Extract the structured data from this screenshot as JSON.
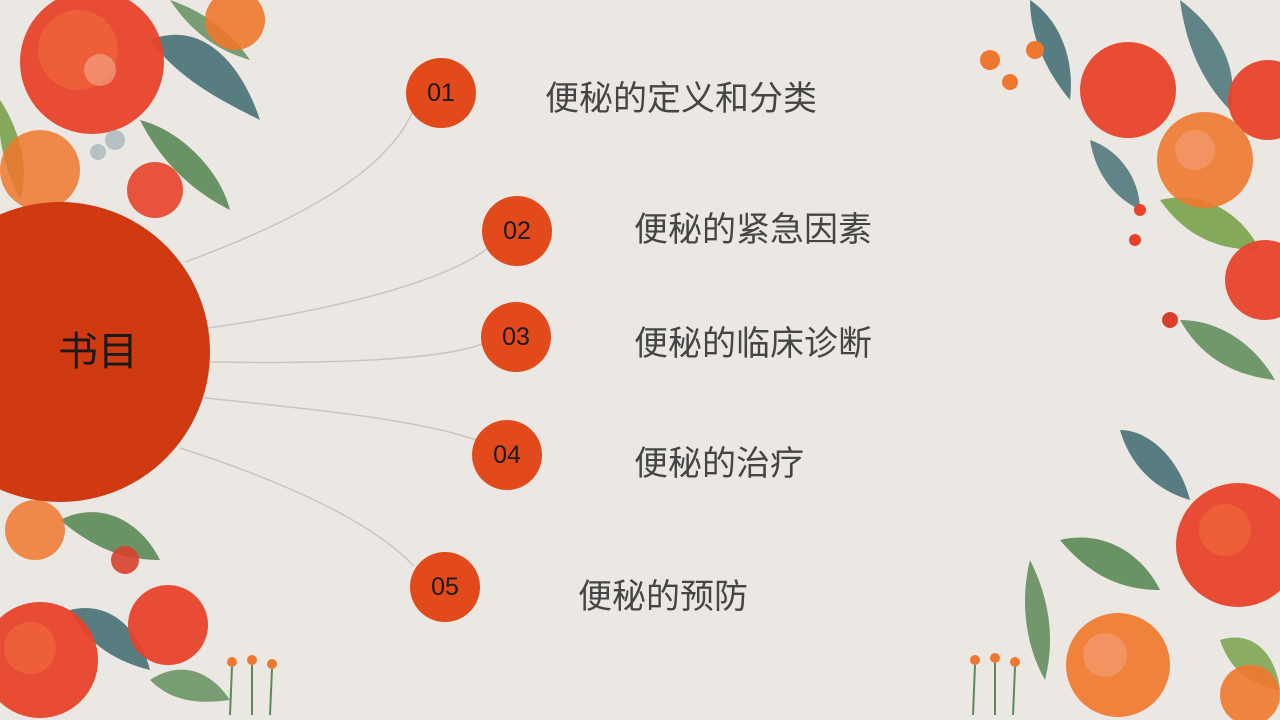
{
  "slide": {
    "heading": "书目",
    "items": [
      {
        "number": "01",
        "title": "便秘的定义和分类"
      },
      {
        "number": "02",
        "title": "便秘的紧急因素"
      },
      {
        "number": "03",
        "title": "便秘的临床诊断"
      },
      {
        "number": "04",
        "title": "便秘的治疗"
      },
      {
        "number": "05",
        "title": "便秘的预防"
      }
    ]
  },
  "colors": {
    "background": "#ebe8e4",
    "hub": "#cf3a10",
    "number_badge": "#e24a1c",
    "title_text": "#454545",
    "connector_line": "#c9c6c2",
    "flower_red": "#e8432a",
    "flower_orange": "#f0782e",
    "leaf_green": "#5c8a56",
    "leaf_teal": "#3e6a6e"
  }
}
